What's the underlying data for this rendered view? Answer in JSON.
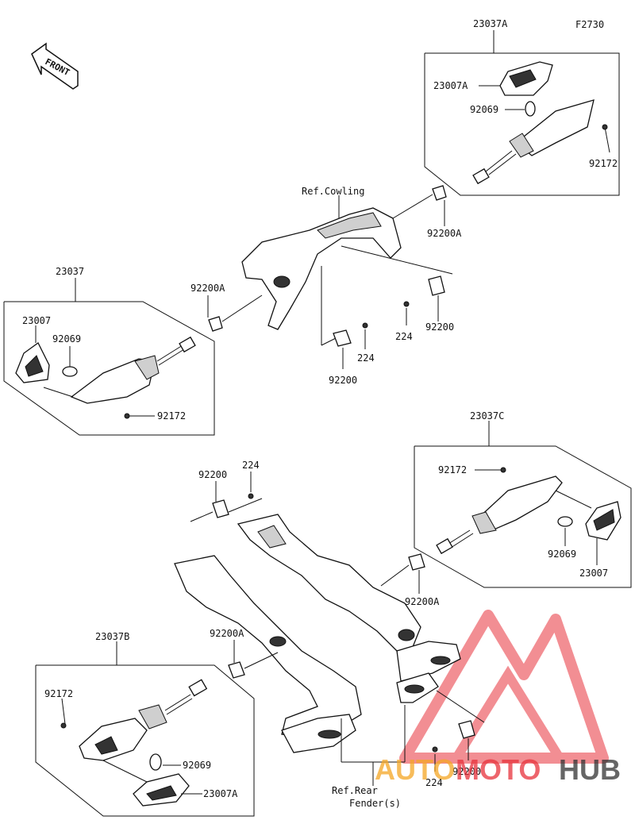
{
  "figure_code": "F2730",
  "front_arrow_text": "FRONT",
  "groups": {
    "front_right": {
      "assembly": "23037A",
      "lens": "23007A",
      "bulb": "92069",
      "screw": "92172"
    },
    "front_left": {
      "assembly": "23037",
      "lens": "23007",
      "bulb": "92069",
      "screw": "92172"
    },
    "rear_right": {
      "assembly": "23037C",
      "lens": "23007",
      "bulb": "92069",
      "screw": "92172"
    },
    "rear_left": {
      "assembly": "23037B",
      "lens": "23007A",
      "bulb": "92069",
      "screw": "92172"
    }
  },
  "clips": {
    "front_right_clip": "92200A",
    "front_left_clip": "92200A",
    "front_center_clip": "92200",
    "front_center_bolt": "224",
    "front_right_clip2": "92200",
    "front_right_bolt": "224",
    "rear_upper_clip": "92200",
    "rear_upper_bolt": "224",
    "rear_left_clip": "92200A",
    "rear_right_clip": "92200A",
    "rear_lower_clip": "92200",
    "rear_lower_bolt": "224"
  },
  "refs": {
    "cowling": "Ref.Cowling",
    "rear_fender_line1": "Ref.Rear",
    "rear_fender_line2": "Fender(s)"
  },
  "watermark": {
    "auto": "AUTO",
    "moto": "MOTO",
    "hub": "HUB",
    "colors": {
      "red": "#e8323c",
      "orange": "#f5a623",
      "dark": "#333333"
    }
  }
}
